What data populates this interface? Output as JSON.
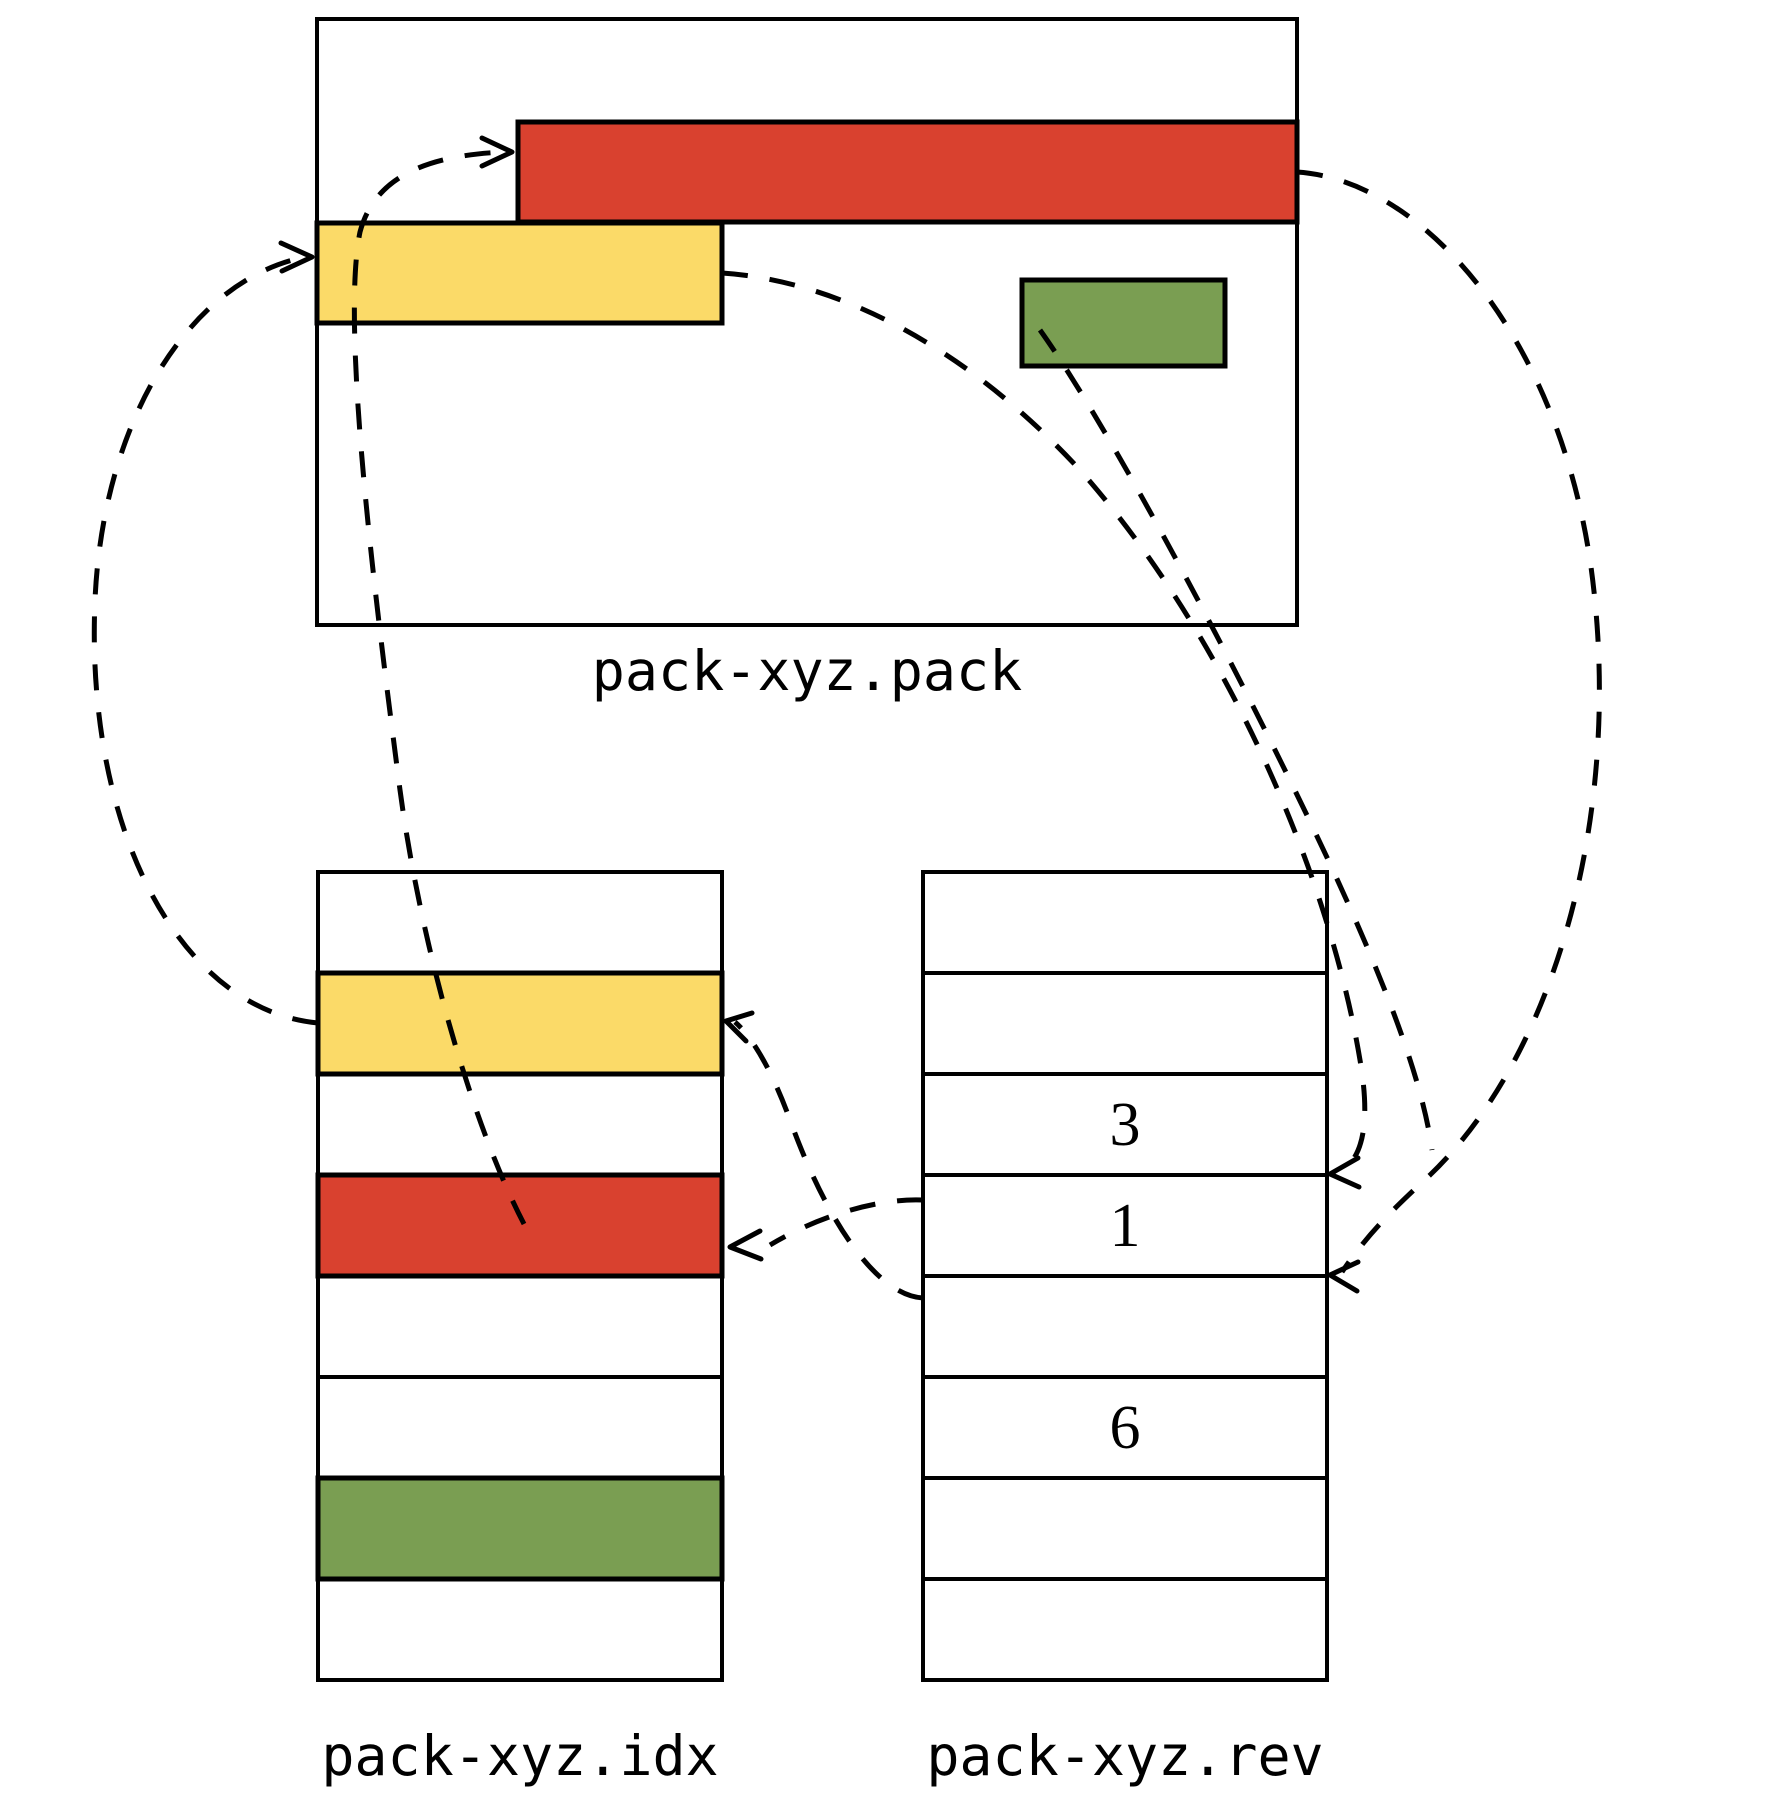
{
  "diagram": {
    "title_visible": false,
    "colors": {
      "red": "#d9412f",
      "yellow": "#fbda68",
      "green": "#7a9e52",
      "outline": "#000000",
      "background": "#ffffff"
    },
    "captions": {
      "pack": "pack-xyz.pack",
      "idx": "pack-xyz.idx",
      "rev": "pack-xyz.rev"
    },
    "pack_objects": [
      {
        "name": "red-object",
        "color_key": "red"
      },
      {
        "name": "yellow-object",
        "color_key": "yellow"
      },
      {
        "name": "green-object",
        "color_key": "green"
      }
    ],
    "idx_rows": [
      {
        "index": 0,
        "color_key": "none",
        "label": ""
      },
      {
        "index": 1,
        "color_key": "yellow",
        "label": ""
      },
      {
        "index": 2,
        "color_key": "none",
        "label": ""
      },
      {
        "index": 3,
        "color_key": "red",
        "label": ""
      },
      {
        "index": 4,
        "color_key": "none",
        "label": ""
      },
      {
        "index": 5,
        "color_key": "none",
        "label": ""
      },
      {
        "index": 6,
        "color_key": "green",
        "label": ""
      },
      {
        "index": 7,
        "color_key": "none",
        "label": ""
      }
    ],
    "rev_rows": [
      {
        "index": 0,
        "value": ""
      },
      {
        "index": 1,
        "value": ""
      },
      {
        "index": 2,
        "value": "3"
      },
      {
        "index": 3,
        "value": "1"
      },
      {
        "index": 4,
        "value": ""
      },
      {
        "index": 5,
        "value": "6"
      },
      {
        "index": 6,
        "value": ""
      },
      {
        "index": 7,
        "value": ""
      }
    ]
  }
}
